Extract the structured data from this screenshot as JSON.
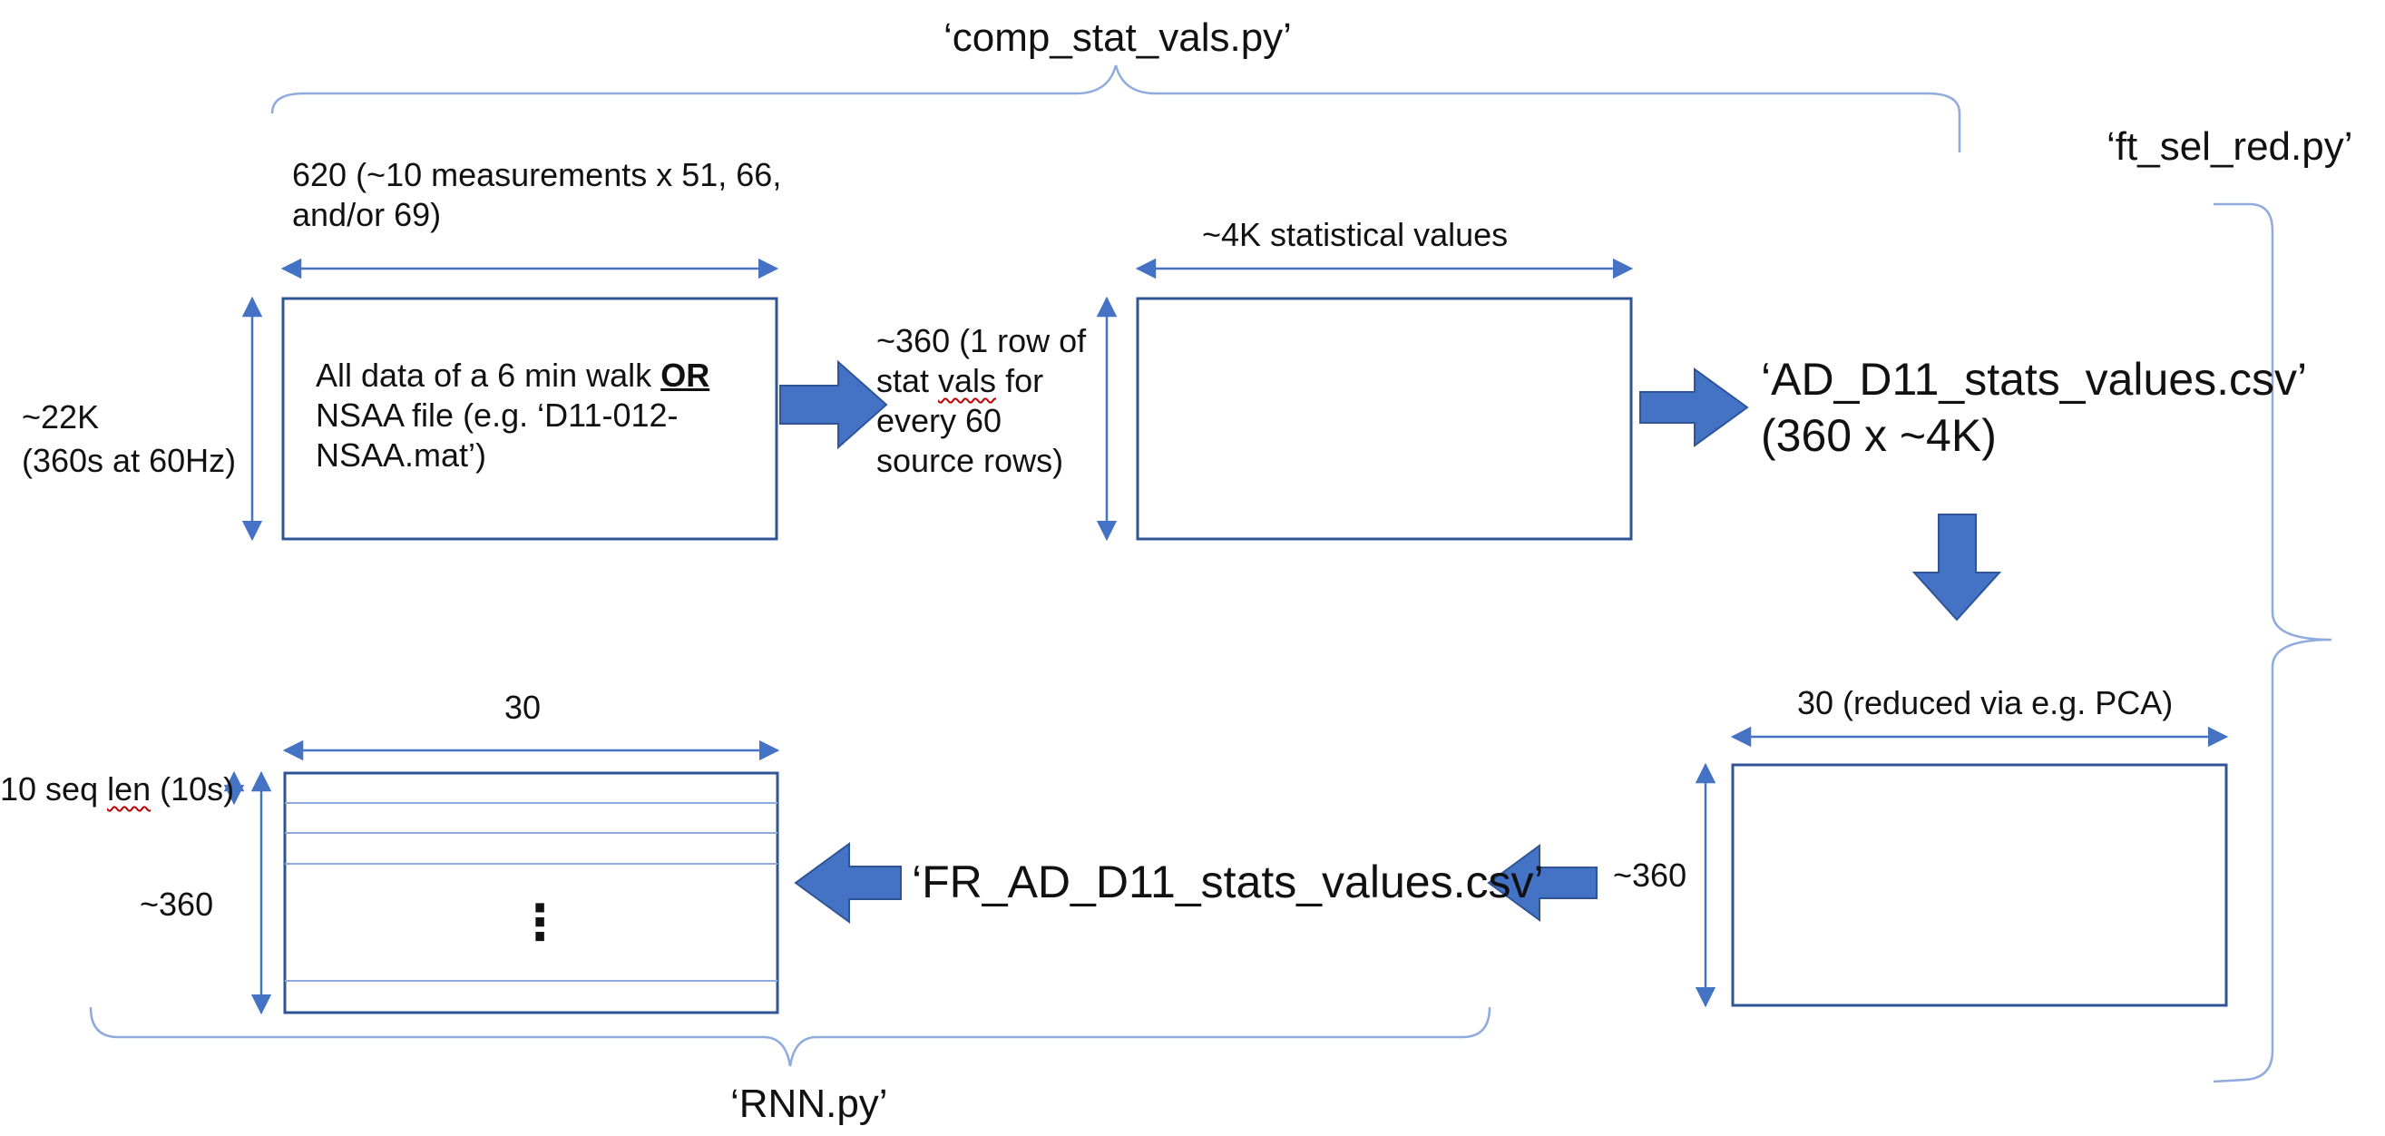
{
  "scripts": {
    "comp_stat_vals": "‘comp_stat_vals.py’",
    "ft_sel_red": "‘ft_sel_red.py’",
    "rnn": "‘RNN.py’"
  },
  "source": {
    "width_label": "620 (~10 measurements x 51, 66, and/or 69)",
    "height_label_line1": "~22K",
    "height_label_line2": "(360s at 60Hz)",
    "box_text_before": "All data of a 6 min walk ",
    "box_text_or": "OR",
    "box_text_after": " NSAA file (e.g. ‘D11-012-NSAA.mat’)"
  },
  "stats": {
    "width_label": "~4K statistical values",
    "height_label_before": "~360 (1 row of stat ",
    "height_label_vals": "vals",
    "height_label_after": " for every 60 source rows)",
    "file_line1": "‘AD_D11_stats_values.csv’",
    "file_line2": "(360 x ~4K)"
  },
  "reduced": {
    "width_label": "30 (reduced via e.g. PCA)",
    "height_label": "~360"
  },
  "rnn_input": {
    "file_label": "‘FR_AD_D11_stats_values.csv’",
    "width_label": "30",
    "height_label": "~360",
    "seq_label_before": "10 seq ",
    "seq_label_len": "len",
    "seq_label_after": " (10s)",
    "ellipsis": "⋮"
  },
  "colors": {
    "box_border": "#2f5597",
    "arrow_fill": "#4472c4",
    "dimension_line": "#4472c4",
    "brace": "#8faadc",
    "row_line": "#8faadc",
    "text": "#111111"
  }
}
